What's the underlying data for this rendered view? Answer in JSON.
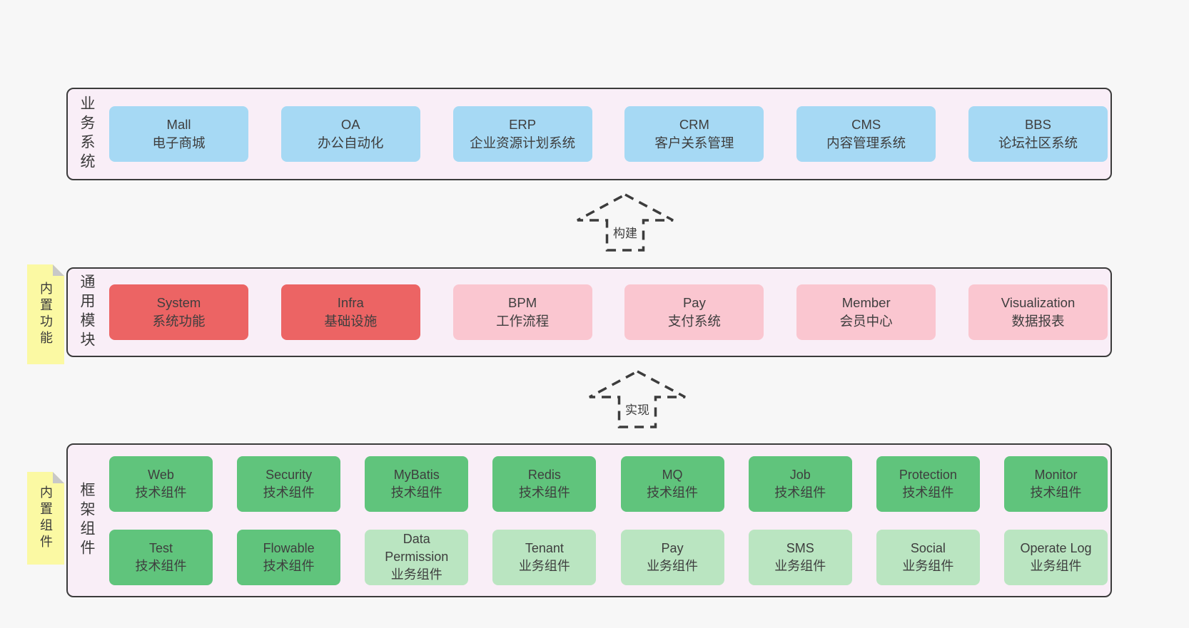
{
  "palette": {
    "page_bg": "#f7f7f7",
    "band_bg": "#f9eef7",
    "band_border": "#3b3b3b",
    "blue_box": "#a6d9f4",
    "red_box": "#ec6464",
    "pink_box": "#fac6d0",
    "green_box": "#60c47c",
    "light_green_box": "#bae5c1",
    "note_bg": "#fbf9a3",
    "note_fold": "#c8c8c8",
    "text": "#3e3e3e"
  },
  "bands": {
    "business": {
      "label": "业务系统",
      "items": [
        {
          "name": "Mall",
          "sub": "电子商城"
        },
        {
          "name": "OA",
          "sub": "办公自动化"
        },
        {
          "name": "ERP",
          "sub": "企业资源计划系统"
        },
        {
          "name": "CRM",
          "sub": "客户关系管理"
        },
        {
          "name": "CMS",
          "sub": "内容管理系统"
        },
        {
          "name": "BBS",
          "sub": "论坛社区系统"
        }
      ]
    },
    "modules": {
      "label": "通用模块",
      "note": "内置功能",
      "items": [
        {
          "name": "System",
          "sub": "系统功能"
        },
        {
          "name": "Infra",
          "sub": "基础设施"
        },
        {
          "name": "BPM",
          "sub": "工作流程"
        },
        {
          "name": "Pay",
          "sub": "支付系统"
        },
        {
          "name": "Member",
          "sub": "会员中心"
        },
        {
          "name": "Visualization",
          "sub": "数据报表"
        }
      ]
    },
    "components": {
      "label": "框架组件",
      "note": "内置组件",
      "row1": [
        {
          "name": "Web",
          "sub": "技术组件"
        },
        {
          "name": "Security",
          "sub": "技术组件"
        },
        {
          "name": "MyBatis",
          "sub": "技术组件"
        },
        {
          "name": "Redis",
          "sub": "技术组件"
        },
        {
          "name": "MQ",
          "sub": "技术组件"
        },
        {
          "name": "Job",
          "sub": "技术组件"
        },
        {
          "name": "Protection",
          "sub": "技术组件"
        },
        {
          "name": "Monitor",
          "sub": "技术组件"
        }
      ],
      "row2": [
        {
          "name": "Test",
          "sub": "技术组件"
        },
        {
          "name": "Flowable",
          "sub": "技术组件"
        },
        {
          "name": "Data Permission",
          "sub": "业务组件"
        },
        {
          "name": "Tenant",
          "sub": "业务组件"
        },
        {
          "name": "Pay",
          "sub": "业务组件"
        },
        {
          "name": "SMS",
          "sub": "业务组件"
        },
        {
          "name": "Social",
          "sub": "业务组件"
        },
        {
          "name": "Operate Log",
          "sub": "业务组件"
        }
      ]
    }
  },
  "arrows": {
    "build": {
      "label": "构建"
    },
    "implement": {
      "label": "实现"
    }
  }
}
